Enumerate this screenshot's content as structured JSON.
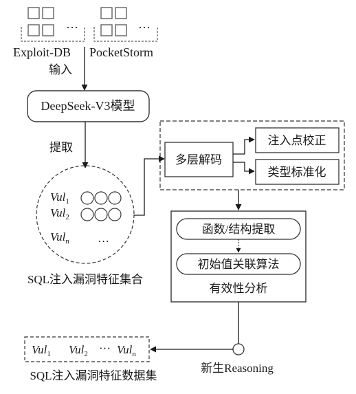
{
  "sources": {
    "exploit_db": "Exploit-DB",
    "pocketstorm": "PocketStorm",
    "ellipsis": "···"
  },
  "input_label": "输入",
  "model_label": "DeepSeek-V3模型",
  "extract_label": "提取",
  "vuln_set": {
    "vul": "Vul",
    "sub1": "1",
    "sub2": "2",
    "subn": "n",
    "ellipsis": "…",
    "caption": "SQL注入漏洞特征集合"
  },
  "decode": {
    "multi_layer": "多层解码",
    "injection_fix": "注入点校正",
    "type_normalize": "类型标准化"
  },
  "analysis": {
    "func_extract": "函数/结构提取",
    "init_assoc": "初始值关联算法",
    "caption": "有效性分析"
  },
  "reasoning_label": "新生Reasoning",
  "dataset": {
    "vul": "Vul",
    "sub1": "1",
    "sub2": "2",
    "subn": "n",
    "ellipsis": "···",
    "caption": "SQL注入漏洞特征数据集"
  }
}
